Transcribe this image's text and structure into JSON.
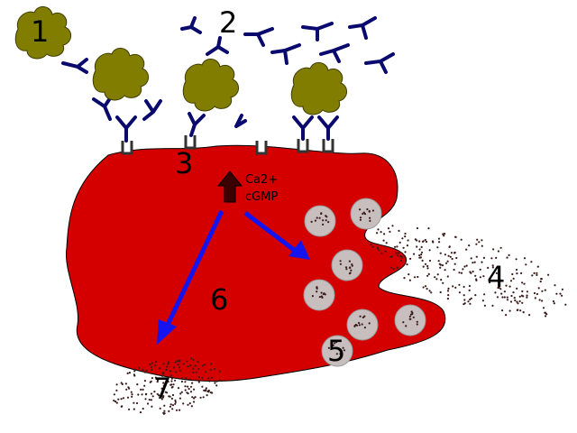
{
  "labels": {
    "n1": "1",
    "n2": "2",
    "n3": "3",
    "n4": "4",
    "n5": "5",
    "n6": "6",
    "n7": "7",
    "mediator_line1": "Ca2+",
    "mediator_line2": "cGMP"
  },
  "colors": {
    "cell": "#d40000",
    "antigen": "#807d00",
    "antibody": "#0a0a6e",
    "arrow": "#1414f0",
    "granule": "#c8bebe",
    "dots": "#3a1a1a"
  },
  "icons": {
    "up_arrow": "up-arrow-icon"
  }
}
